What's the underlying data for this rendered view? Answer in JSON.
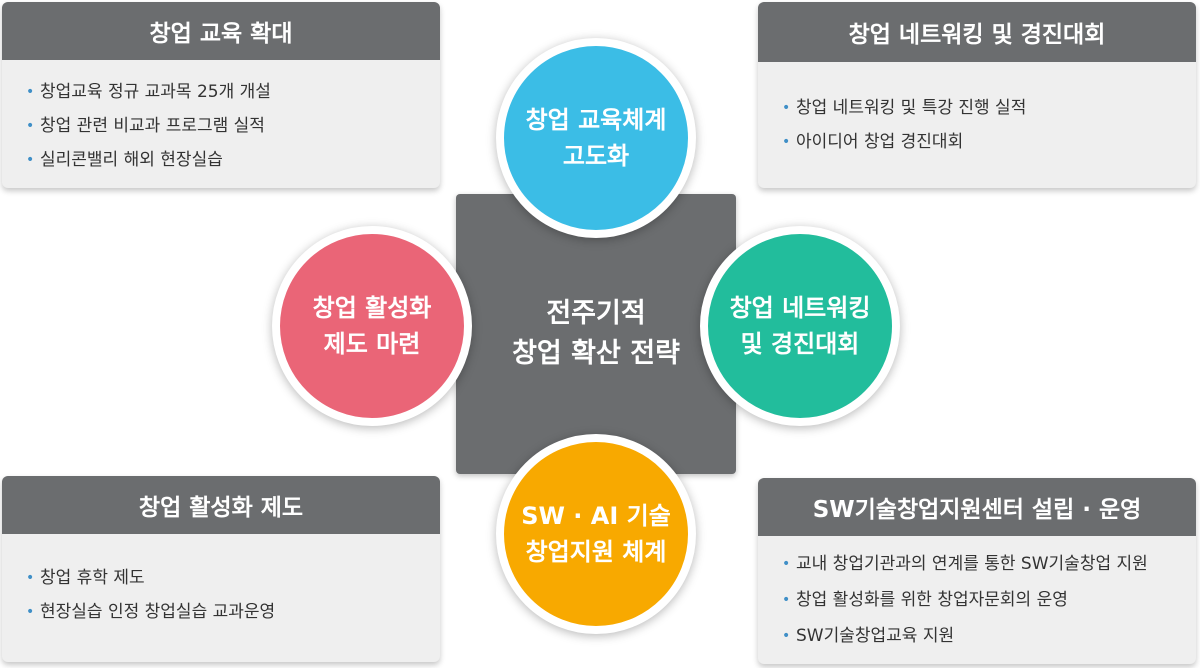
{
  "boxes": {
    "top_left": {
      "title": "창업 교육 확대",
      "items": [
        "창업교육 정규 교과목 25개 개설",
        "창업 관련 비교과 프로그램 실적",
        "실리콘밸리 해외 현장실습"
      ]
    },
    "top_right": {
      "title": "창업 네트워킹 및 경진대회",
      "items": [
        "창업 네트워킹 및 특강 진행 실적",
        "아이디어 창업 경진대회"
      ]
    },
    "bottom_left": {
      "title": "창업 활성화 제도",
      "items": [
        "창업 휴학 제도",
        "현장실습 인정 창업실습 교과운영"
      ]
    },
    "bottom_right": {
      "title": "SW기술창업지원센터 설립 · 운영",
      "items": [
        "교내 창업기관과의 연계를 통한 SW기술창업 지원",
        "창업 활성화를 위한 창업자문회의 운영",
        "SW기술창업교육 지원"
      ]
    }
  },
  "center": {
    "line1": "전주기적",
    "line2": "창업 확산 전략"
  },
  "circles": {
    "top": {
      "line1": "창업 교육체계",
      "line2": "고도화"
    },
    "left": {
      "line1": "창업 활성화",
      "line2": "제도 마련"
    },
    "right": {
      "line1": "창업 네트워킹",
      "line2": "및 경진대회"
    },
    "bottom": {
      "line1": "SW · AI 기술",
      "line2": "창업지원 체계"
    }
  },
  "colors": {
    "box_header": "#6b6d6f",
    "box_body": "#efefef",
    "bullet": "#3f8fc7",
    "top_circle": "#3bbde6",
    "left_circle": "#ea6577",
    "right_circle": "#22bd9c",
    "bottom_circle": "#f8a900",
    "center_square": "#6b6d6f"
  }
}
